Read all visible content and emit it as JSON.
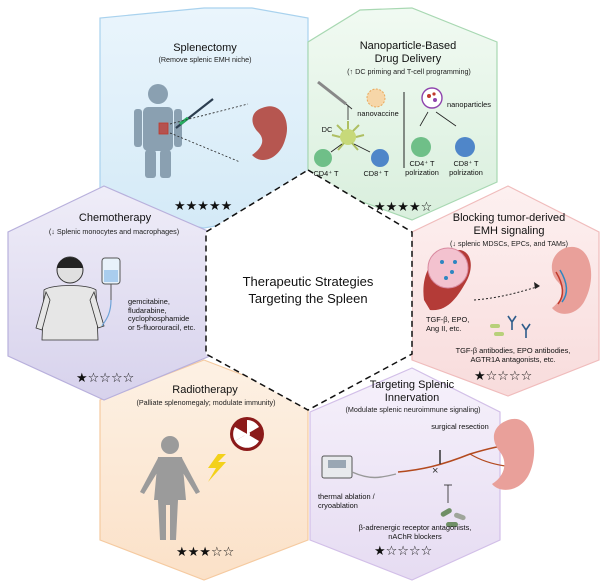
{
  "center": {
    "title_line1": "Therapeutic Strategies",
    "title_line2": "Targeting the Spleen"
  },
  "panels": {
    "splenectomy": {
      "title": "Splenectomy",
      "subtitle": "(Remove splenic EMH niche)",
      "rating": 5,
      "stars": "★★★★★",
      "color": "#cfe6f5"
    },
    "nanoparticle": {
      "title_line1": "Nanoparticle-Based",
      "title_line2": "Drug Delivery",
      "subtitle": "(↑ DC priming and T-cell programming)",
      "label_nanovaccine": "nanovaccine",
      "label_nanoparticles": "nanoparticles",
      "label_dc": "DC",
      "label_cd4": "CD4⁺ T",
      "label_cd8": "CD8⁺ T",
      "label_cd4_pol_1": "CD4⁺ T",
      "label_cd4_pol_2": "polrization",
      "label_cd8_pol_1": "CD8⁺ T",
      "label_cd8_pol_2": "polrization",
      "rating": 4,
      "stars": "★★★★☆",
      "color": "#d8efdc"
    },
    "blocking": {
      "title_line1": "Blocking tumor-derived",
      "title_line2": "EMH signaling",
      "subtitle": "(↓ splenic MDSCs, EPCs, and TAMs)",
      "label_factors_1": "TGF-β, EPO,",
      "label_factors_2": "Ang II, etc.",
      "label_drugs_1": "TGF-β antibodies, EPO antibodies,",
      "label_drugs_2": "AGTR1A antagonists, etc.",
      "rating": 1,
      "stars": "★☆☆☆☆",
      "color": "#f9dede"
    },
    "innervation": {
      "title_line1": "Targeting Splenic",
      "title_line2": "Innervation",
      "subtitle": "(Modulate splenic neuroimmune signaling)",
      "label_surgical": "surgical resection",
      "label_thermal_1": "thermal ablation /",
      "label_thermal_2": "cryoablation",
      "label_drugs_1": "β-adrenergic receptor antagonists,",
      "label_drugs_2": "nAChR blockers",
      "rating": 1,
      "stars": "★☆☆☆☆",
      "color": "#e7dcf2"
    },
    "radiotherapy": {
      "title": "Radiotherapy",
      "subtitle": "(Palliate splenomegaly; modulate immunity)",
      "rating": 3,
      "stars": "★★★☆☆",
      "color": "#fbe3cc"
    },
    "chemotherapy": {
      "title": "Chemotherapy",
      "subtitle": "(↓ Splenic monocytes and macrophages)",
      "drug_1": "gemcitabine,",
      "drug_2": "fludarabine,",
      "drug_3": "cyclophosphamide",
      "drug_4": "or 5-fluorouracil, etc.",
      "rating": 1,
      "stars": "★☆☆☆☆",
      "color": "#d9d5ee"
    }
  }
}
